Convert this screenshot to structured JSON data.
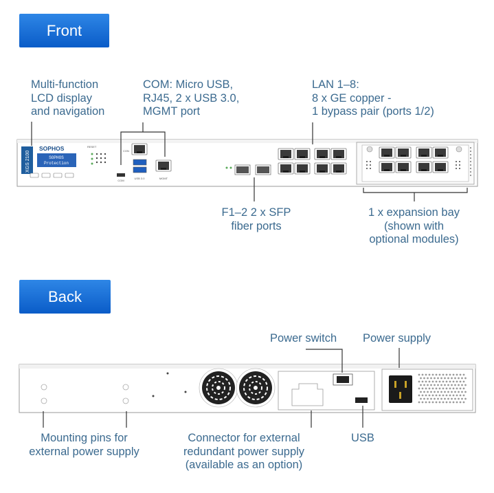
{
  "front": {
    "tab": "Front",
    "labels": {
      "lcd": "Multi-function\nLCD display\nand navigation",
      "com": "COM: Micro USB,\nRJ45, 2 x USB 3.0,\nMGMT port",
      "lan": "LAN 1–8:\n8 x GE copper -\n1 bypass pair (ports 1/2)",
      "sfp": "F1–2  2 x SFP\nfiber ports",
      "bay": "1 x expansion bay\n(shown with\noptional modules)"
    },
    "device": {
      "brand": "SOPHOS",
      "model": "XGS 2100",
      "lcd_line1": "SOPHOS",
      "lcd_line2": "Protection",
      "reset": "RESET",
      "port_com": "COM",
      "port_usb": "USB 3.0",
      "port_mgmt": "MGMT",
      "port_con": "CON"
    }
  },
  "back": {
    "tab": "Back",
    "labels": {
      "power_switch": "Power switch",
      "power_supply": "Power supply",
      "mounting": "Mounting pins for\nexternal power supply",
      "connector": "Connector for external\nredundant power supply\n(available as an option)",
      "usb": "USB"
    }
  },
  "colors": {
    "tab": "#1a6fd8",
    "label": "#3b6a8f",
    "leader": "#333333"
  }
}
